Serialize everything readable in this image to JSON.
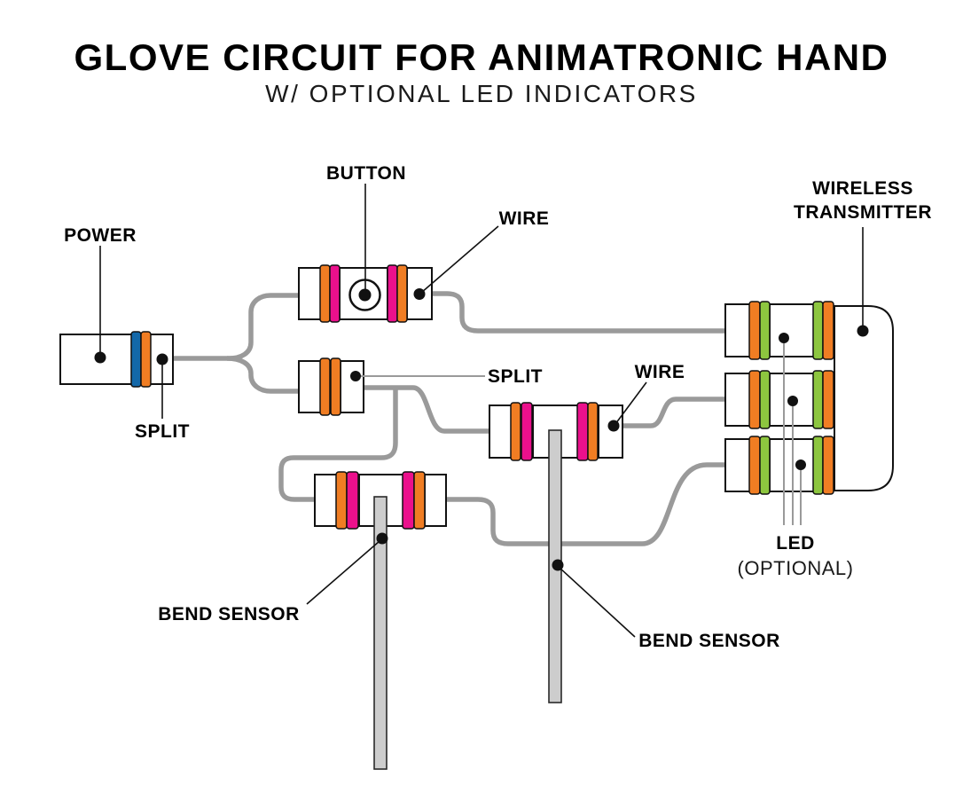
{
  "title": "GLOVE CIRCUIT FOR ANIMATRONIC HAND",
  "subtitle": "W/ OPTIONAL LED INDICATORS",
  "labels": {
    "power": "POWER",
    "split1": "SPLIT",
    "button": "BUTTON",
    "wire1": "WIRE",
    "split2": "SPLIT",
    "wire2": "WIRE",
    "bend_sensor_left": "BEND SENSOR",
    "bend_sensor_right": "BEND SENSOR",
    "wireless_line1": "WIRELESS",
    "wireless_line2": "TRANSMITTER",
    "led": "LED",
    "led_optional": "(OPTIONAL)"
  },
  "colors": {
    "power_blue": "#1368A9",
    "bit_orange": "#F07D23",
    "bit_pink": "#EB108C",
    "bit_green": "#8DC63F",
    "wire_gray": "#9A9A9A",
    "sensor_gray": "#CDCDCD",
    "ink": "#111111"
  }
}
